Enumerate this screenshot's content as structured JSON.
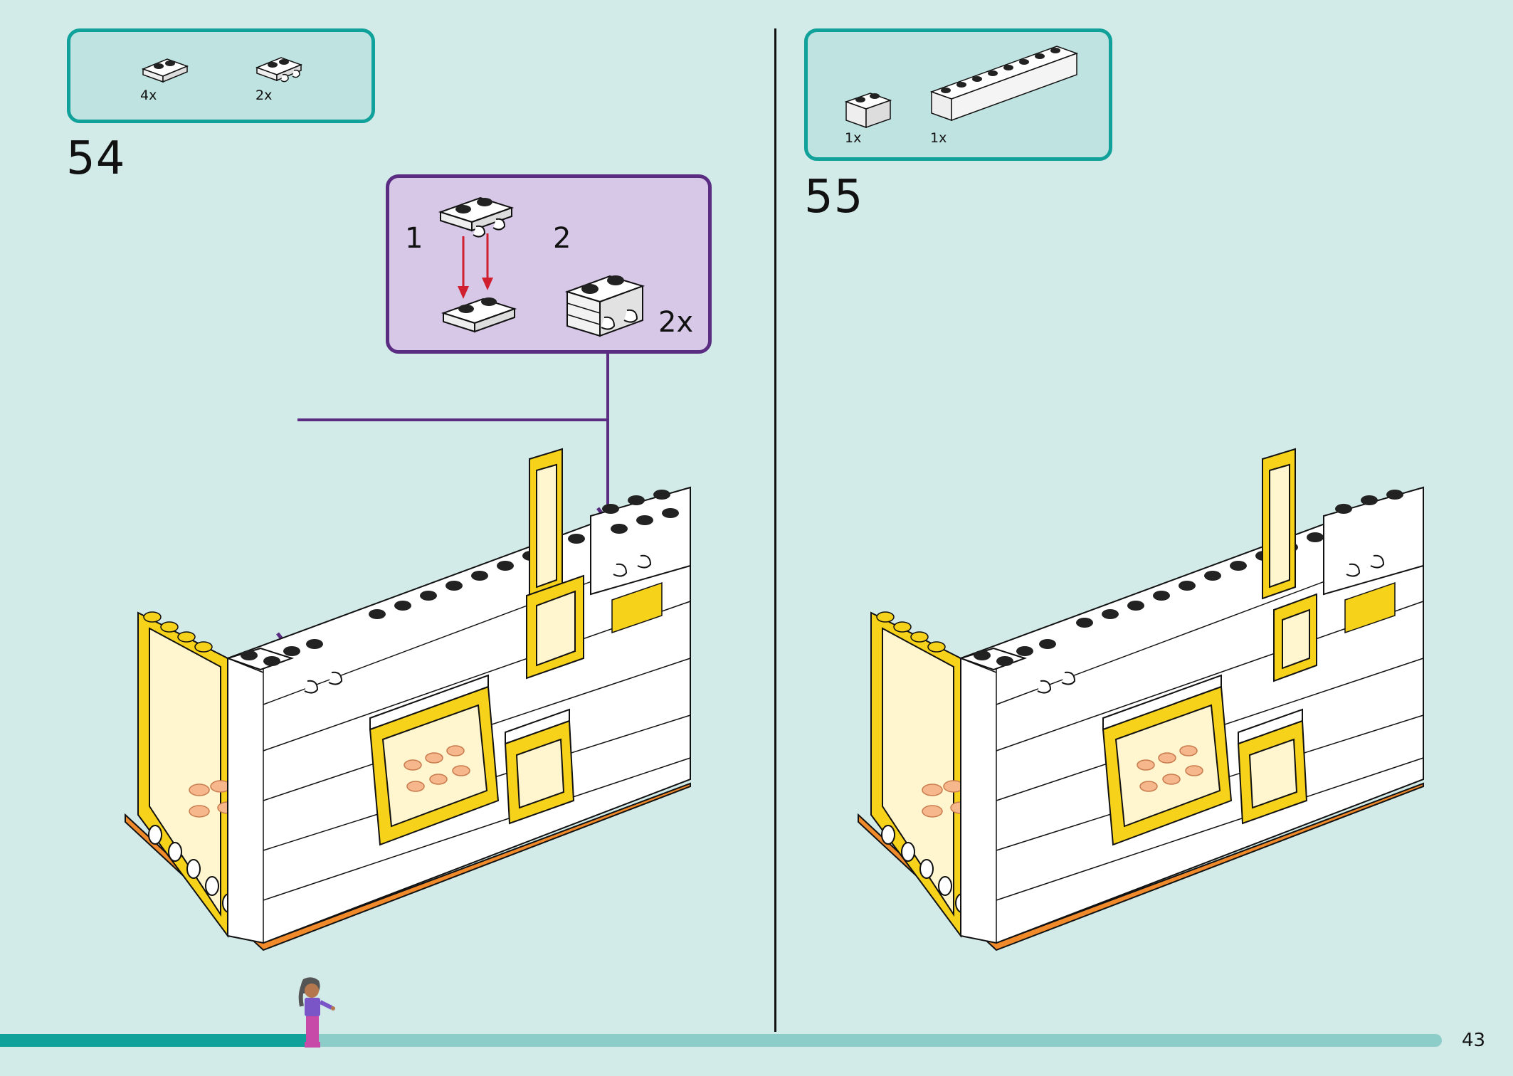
{
  "steps": [
    {
      "number": "54",
      "parts": [
        {
          "qty": "4x",
          "icon": "plate-1x2-icon"
        },
        {
          "qty": "2x",
          "icon": "plate-clip-icon"
        }
      ],
      "subassembly": {
        "step1": "1",
        "step2": "2",
        "multiplier": "2x"
      }
    },
    {
      "number": "55",
      "parts": [
        {
          "qty": "1x",
          "icon": "brick-1x2-icon"
        },
        {
          "qty": "1x",
          "icon": "brick-1x8-icon"
        }
      ]
    }
  ],
  "page": {
    "number": "43",
    "progress": 0.22
  },
  "colors": {
    "background": "#d2ebe8",
    "parts_border": "#10a19a",
    "subassembly_border": "#5a2d82",
    "subassembly_fill": "#d8c8e8",
    "progress_fill": "#10a19a",
    "progress_track": "#8ccdc9",
    "yellow": "#f7d21a",
    "orange": "#f08a2a"
  }
}
